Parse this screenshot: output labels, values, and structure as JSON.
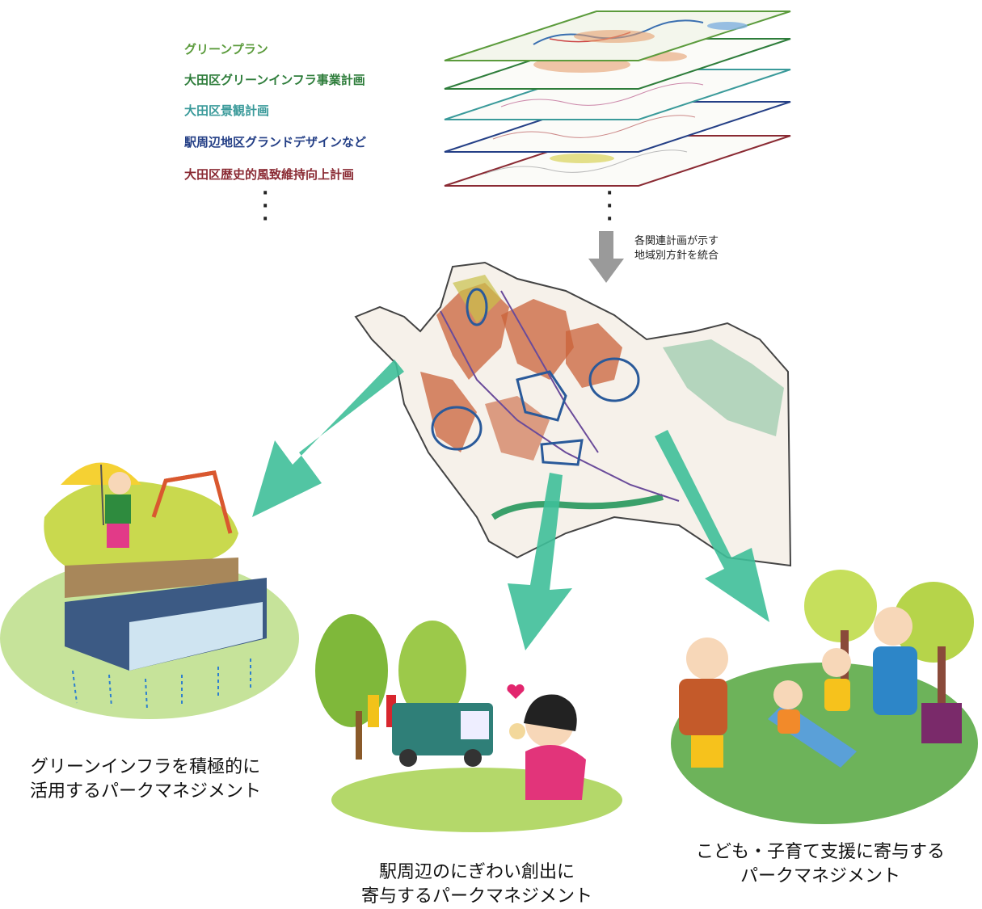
{
  "layers": [
    {
      "label": "グリーンプラン",
      "color": "#5b9b3c"
    },
    {
      "label": "大田区グリーンインフラ事業計画",
      "color": "#2e7d3b"
    },
    {
      "label": "大田区景観計画",
      "color": "#3a9a9a"
    },
    {
      "label": "駅周辺地区グランドデザインなど",
      "color": "#243f86"
    },
    {
      "label": "大田区歴史的風致維持向上計画",
      "color": "#8a2a33"
    }
  ],
  "integration_note": {
    "line1": "各関連計画が示す",
    "line2": "地域別方針を統合"
  },
  "outcomes": [
    {
      "line1": "グリーンインフラを積極的に",
      "line2": "活用するパークマネジメント"
    },
    {
      "line1": "駅周辺のにぎわい創出に",
      "line2": "寄与するパークマネジメント"
    },
    {
      "line1": "こども・子育て支援に寄与する",
      "line2": "パークマネジメント"
    }
  ],
  "colors": {
    "arrow": "#3fbf99",
    "gray_arrow": "#9a9a9a",
    "map_orange": "#c9623a",
    "map_green": "#3aa06a"
  }
}
